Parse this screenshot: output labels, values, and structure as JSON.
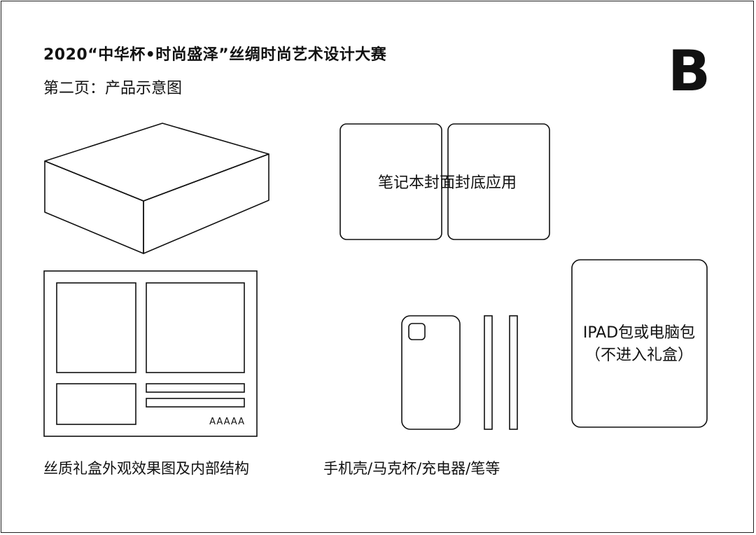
{
  "header": {
    "title": "2020“中华杯•时尚盛泽”丝绸时尚艺术设计大赛",
    "subtitle": "第二页：产品示意图",
    "version_letter": "B"
  },
  "notebook": {
    "label": "笔记本封面封底应用"
  },
  "giftbox": {
    "inner_text": "AAAAA",
    "caption": "丝质礼盒外观效果图及内部结构"
  },
  "accessories": {
    "caption": "手机壳/马克杯/充电器/笔等"
  },
  "ipad_bag": {
    "line1": "IPAD包或电脑包",
    "line2": "（不进入礼盒）"
  }
}
